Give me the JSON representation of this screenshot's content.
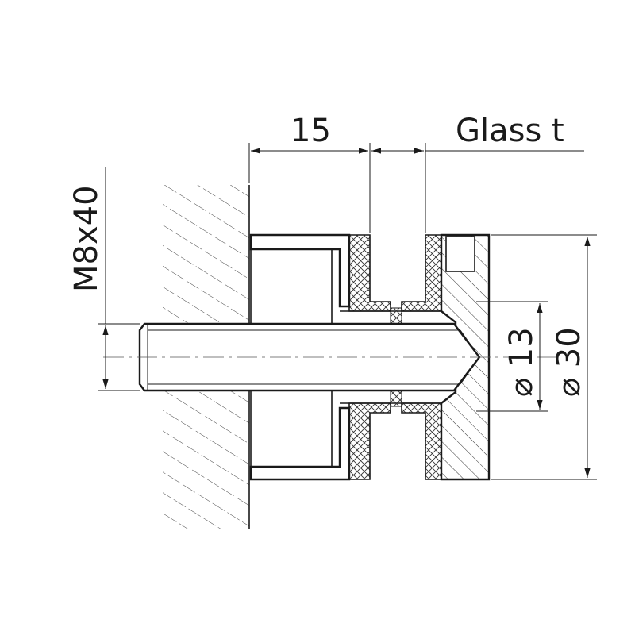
{
  "dimensions": {
    "depth_label": "15",
    "glass_label": "Glass t",
    "bolt_label": "M8x40",
    "inner_diameter_label": "⌀ 13",
    "outer_diameter_label": "⌀ 30"
  },
  "colors": {
    "line": "#1a1a1a",
    "background": "#ffffff"
  }
}
